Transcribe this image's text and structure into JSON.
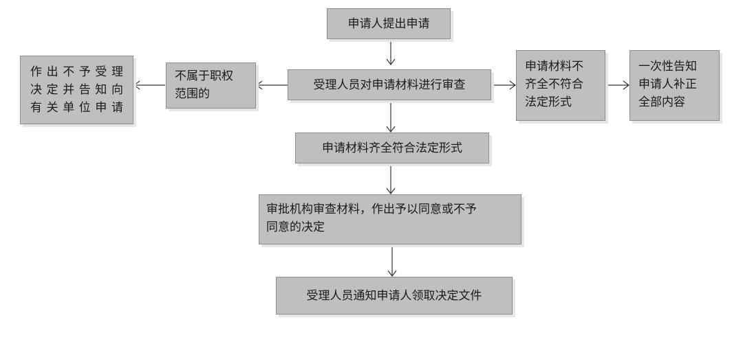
{
  "flowchart": {
    "step_submit": "申请人提出申请",
    "step_review": "受理人员对申请材料进行审查",
    "step_out_of_scope": "不属于职权\n范围的",
    "step_reject_decision": "作出不予受理\n决定并告知向\n有关单位申请",
    "step_incomplete": "申请材料不\n齐全不符合\n法定形式",
    "step_notify_supplement": "一次性告知\n申请人补正\n全部内容",
    "step_complete": "申请材料齐全符合法定形式",
    "step_approval_review": "审批机构审查材料，作出予以同意或不予\n同意的决定",
    "step_notify_pickup": "受理人员通知申请人领取决定文件"
  }
}
